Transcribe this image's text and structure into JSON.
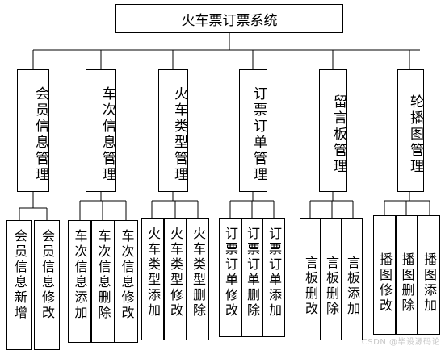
{
  "title": "火车票订票系统",
  "modules": [
    {
      "name": "会员信息管理",
      "functions": [
        [
          "会员信息新增"
        ],
        [
          "会员信息修改"
        ]
      ]
    },
    {
      "name": "车次信息管理",
      "functions": [
        [
          "车次信息添加"
        ],
        [
          "车次信息删除"
        ],
        [
          "车次信息修改"
        ]
      ]
    },
    {
      "name": "火车类型管理",
      "functions": [
        [
          "火车类型添加"
        ],
        [
          "火车类型修改"
        ],
        [
          "火车类型删除"
        ]
      ]
    },
    {
      "name": "订票订单管理",
      "functions": [
        [
          "订票订单修改"
        ],
        [
          "订票订单删除"
        ],
        [
          "订票订单添加"
        ]
      ]
    },
    {
      "name": "留言板管理",
      "functions": [
        [
          "言板删改"
        ],
        [
          "言板删除"
        ],
        [
          "言板添加"
        ]
      ]
    },
    {
      "name": "轮播图管理",
      "functions": [
        [
          "播图修改"
        ],
        [
          "播图删除"
        ],
        [
          "播图添加"
        ]
      ]
    }
  ],
  "watermark": "CSDN @毕设源码论"
}
